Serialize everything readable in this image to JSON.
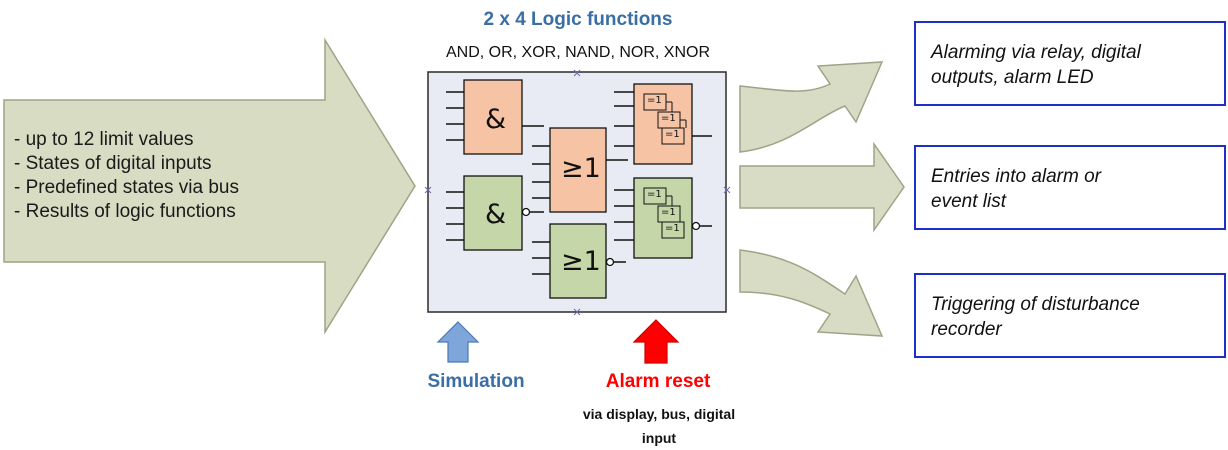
{
  "header": {
    "title": "2 x 4 Logic functions",
    "subtitle": "AND, OR, XOR, NAND, NOR, XNOR"
  },
  "inputs": [
    "- up to 12 limit values",
    "- States of digital inputs",
    "- Predefined states via bus",
    "- Results of logic functions"
  ],
  "gates": {
    "and_symbol": "&",
    "or_symbol": "≥1",
    "xor_symbol": "=1"
  },
  "outputs": [
    "Alarming via relay, digital outputs, alarm LED",
    "Entries into alarm or event list",
    "Triggering of disturbance recorder"
  ],
  "controls": {
    "simulation": "Simulation",
    "alarm_reset": "Alarm reset",
    "alarm_reset_detail": "via display, bus, digital input"
  },
  "colors": {
    "input_arrow_fill": "#d7dcc3",
    "output_arrow_fill": "#d9dcc5",
    "panel_fill": "#e8ebf3",
    "and_or_gate_orange": "#f6c4a5",
    "and_or_gate_green": "#c5d7a8",
    "simulation_blue": "#3b6ea5",
    "alarm_red": "#ff0000",
    "output_border": "#1f2fc9"
  }
}
